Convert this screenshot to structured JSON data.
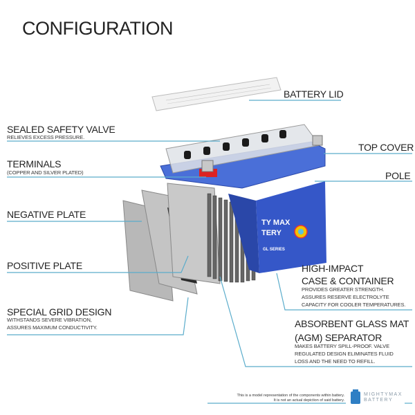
{
  "title": "CONFIGURATION",
  "labels": {
    "battery_lid": "BATTERY LID",
    "sealed_valve": {
      "title": "SEALED SAFETY VALVE",
      "desc": "RELIEVES EXCESS PRESSURE."
    },
    "terminals": {
      "title": "TERMINALS",
      "desc": "(COPPER AND SILVER PLATED)"
    },
    "top_cover": "TOP COVER",
    "pole": "POLE",
    "negative_plate": "NEGATIVE PLATE",
    "positive_plate": "POSITIVE PLATE",
    "grid": {
      "title": "SPECIAL GRID DESIGN",
      "desc": [
        "WITHSTANDS SEVERE VIBRATION,",
        "ASSURES MAXIMUM CONDUCTIVITY."
      ]
    },
    "case": {
      "title": [
        "HIGH-IMPACT",
        "CASE & CONTAINER"
      ],
      "desc": [
        "PROVIDES GREATER STRENGTH.",
        "ASSURES RESERVE ELECTROLYTE",
        "CAPACITY FOR COOLER TEMPERATURES."
      ]
    },
    "agm": {
      "title": [
        "ABSORBENT GLASS MAT",
        "(AGM) SEPARATOR"
      ],
      "desc": [
        "MAKES BATTERY SPILL-PROOF. VALVE",
        "REGULATED DESIGN ELIMINATES FLUID",
        "LOSS AND THE NEED TO REFILL."
      ]
    }
  },
  "battery_label": {
    "brand": [
      "TY MAX",
      "TERY"
    ],
    "series": "GL SERIES"
  },
  "footer": {
    "disclaimer": [
      "This is a model representation of the components within battery.",
      "It is not an actual depiction of said battery."
    ],
    "logo": [
      "MIGHTYMAX",
      "BATTERY"
    ]
  },
  "colors": {
    "leader": "#5aaccb",
    "case": "#3557c8",
    "text": "#222222"
  }
}
